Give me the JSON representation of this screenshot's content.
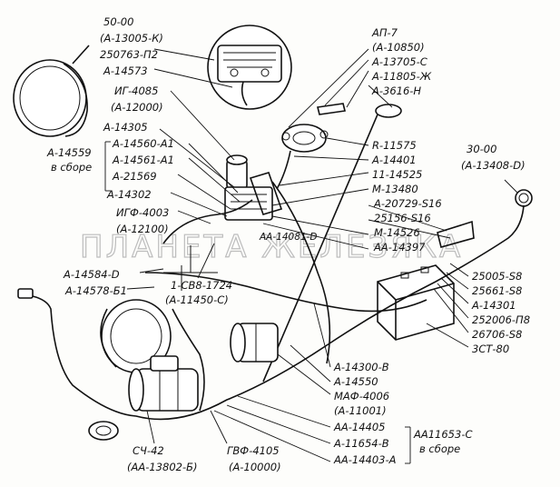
{
  "watermark": "ПЛАНЕТА ЖЕЛЕЗЯКА",
  "labels": [
    {
      "id": "l1",
      "text": "50-00"
    },
    {
      "id": "l2",
      "text": "(А-13005-К)"
    },
    {
      "id": "l3",
      "text": "250763-П2"
    },
    {
      "id": "l4",
      "text": "А-14573"
    },
    {
      "id": "l5",
      "text": "ИГ-4085"
    },
    {
      "id": "l6",
      "text": "(А-12000)"
    },
    {
      "id": "l7",
      "text": "А-14305"
    },
    {
      "id": "l8",
      "text": "А-14559"
    },
    {
      "id": "l9",
      "text": "в сборе"
    },
    {
      "id": "l10",
      "text": "А-14560-А1"
    },
    {
      "id": "l11",
      "text": "А-14561-А1"
    },
    {
      "id": "l12",
      "text": "А-21569"
    },
    {
      "id": "l13",
      "text": "А-14302"
    },
    {
      "id": "l14",
      "text": "ИГФ-4003"
    },
    {
      "id": "l15",
      "text": "(А-12100)"
    },
    {
      "id": "l16",
      "text": "1-СВ8-1724"
    },
    {
      "id": "l17",
      "text": "(А-11450-С)"
    },
    {
      "id": "l18",
      "text": "А-14584-D"
    },
    {
      "id": "l19",
      "text": "А-14578-Б1"
    },
    {
      "id": "l20",
      "text": "АП-7"
    },
    {
      "id": "l21",
      "text": "(А-10850)"
    },
    {
      "id": "l22",
      "text": "А-13705-С"
    },
    {
      "id": "l23",
      "text": "А-11805-Ж"
    },
    {
      "id": "l24",
      "text": "А-3616-Н"
    },
    {
      "id": "l25",
      "text": "R-11575"
    },
    {
      "id": "l26",
      "text": "А-14401"
    },
    {
      "id": "l27",
      "text": "11-14525"
    },
    {
      "id": "l28",
      "text": "М-13480"
    },
    {
      "id": "l29",
      "text": "А-20729-S16"
    },
    {
      "id": "l30",
      "text": "25156-S16"
    },
    {
      "id": "l31",
      "text": "М-14526"
    },
    {
      "id": "l32",
      "text": "АА-14397"
    },
    {
      "id": "l33",
      "text": "АА-14081-D"
    },
    {
      "id": "l34",
      "text": "30-00"
    },
    {
      "id": "l35",
      "text": "(А-13408-D)"
    },
    {
      "id": "l36",
      "text": "25005-S8"
    },
    {
      "id": "l37",
      "text": "25661-S8"
    },
    {
      "id": "l38",
      "text": "А-14301"
    },
    {
      "id": "l39",
      "text": "252006-П8"
    },
    {
      "id": "l40",
      "text": "26706-S8"
    },
    {
      "id": "l41",
      "text": "3СТ-80"
    },
    {
      "id": "l42",
      "text": "А-14300-В"
    },
    {
      "id": "l43",
      "text": "А-14550"
    },
    {
      "id": "l44",
      "text": "МАФ-4006"
    },
    {
      "id": "l45",
      "text": "(А-11001)"
    },
    {
      "id": "l46",
      "text": "АА-14405"
    },
    {
      "id": "l47",
      "text": "А-11654-В"
    },
    {
      "id": "l48",
      "text": "АА-14403-А"
    },
    {
      "id": "l49",
      "text": "АА11653-С"
    },
    {
      "id": "l50",
      "text": "в сборе"
    },
    {
      "id": "l51",
      "text": "СЧ-42"
    },
    {
      "id": "l52",
      "text": "(АА-13802-Б)"
    },
    {
      "id": "l53",
      "text": "ГВФ-4105"
    },
    {
      "id": "l54",
      "text": "(А-10000)"
    }
  ]
}
